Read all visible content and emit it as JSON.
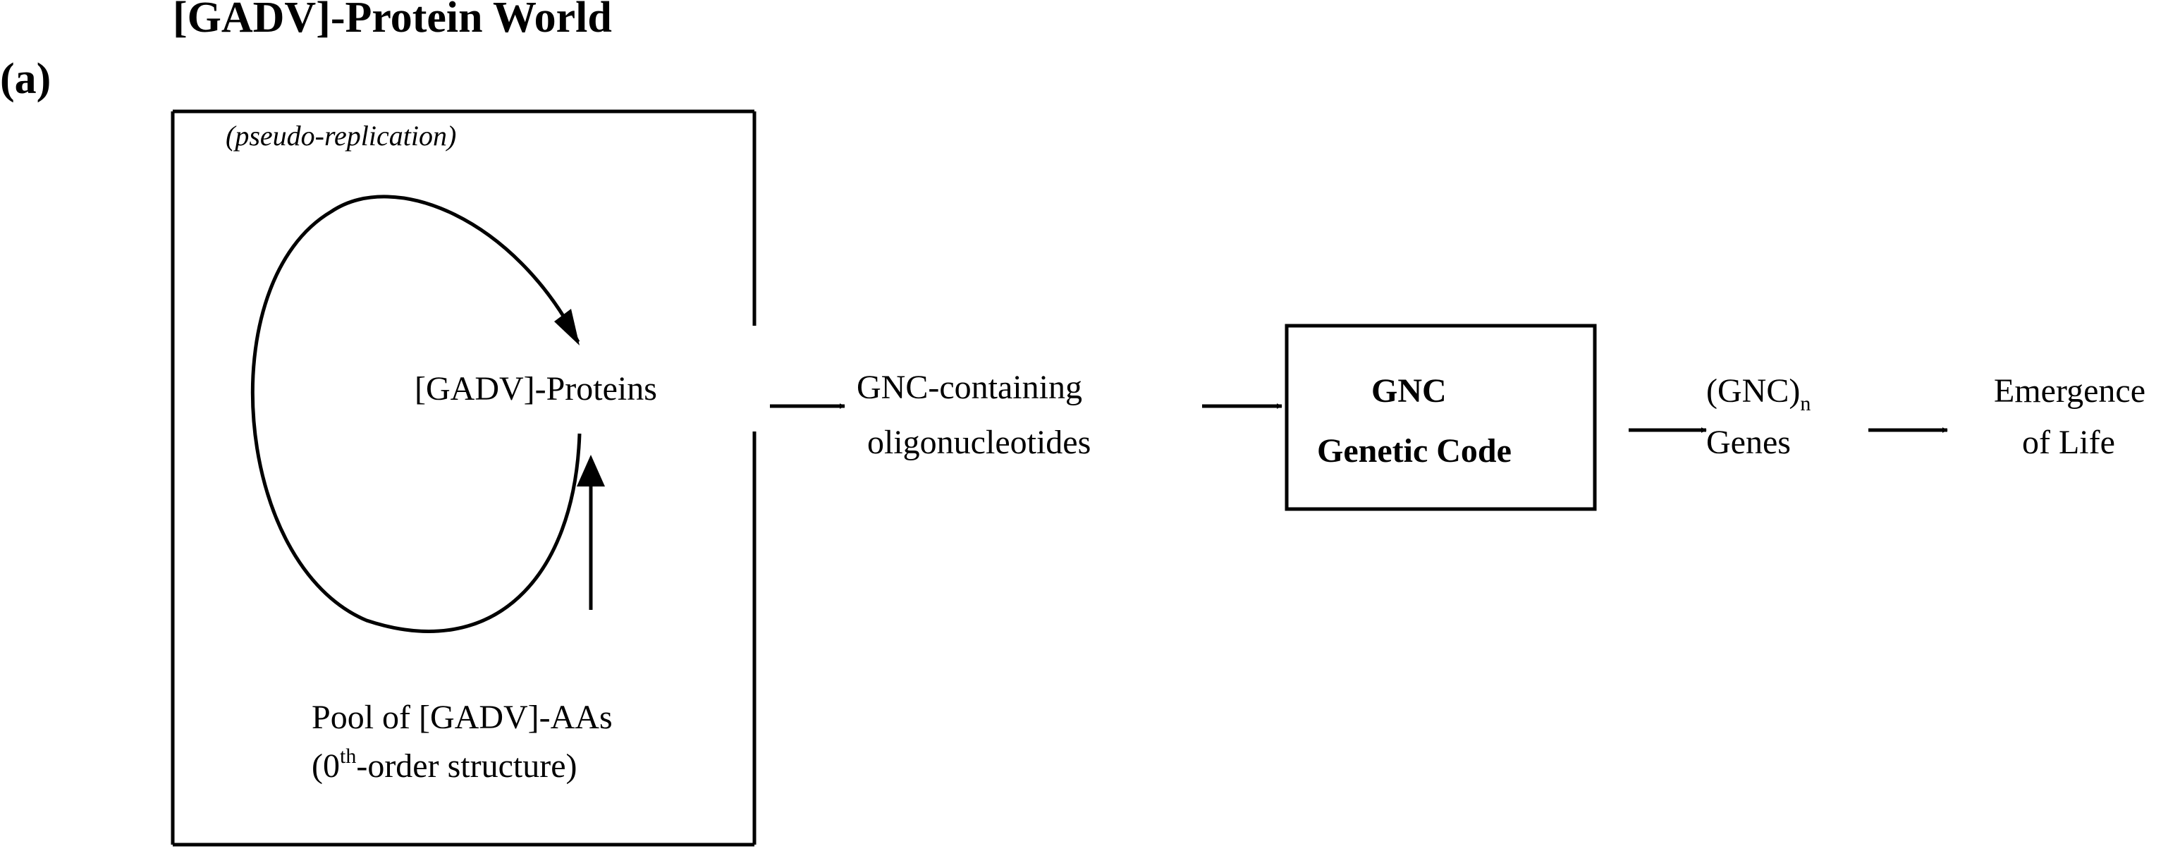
{
  "title": "[GADV]-Protein World",
  "panel_label": "(a)",
  "world_box": {
    "cycle_label": "(pseudo-replication)",
    "proteins_label": "[GADV]-Proteins",
    "pool_line1": "Pool of [GADV]-AAs",
    "pool_line2_prefix": "(0",
    "pool_line2_sup": "th",
    "pool_line2_suffix": "-order structure)"
  },
  "oligo": {
    "line1": "GNC-containing",
    "line2": "oligonucleotides"
  },
  "code_box": {
    "line1": "GNC",
    "line2": "Genetic Code"
  },
  "genes": {
    "line1_main": "(GNC)",
    "line1_sub": "n",
    "line2": "Genes"
  },
  "life": {
    "line1": "Emergence",
    "line2": "of Life"
  }
}
